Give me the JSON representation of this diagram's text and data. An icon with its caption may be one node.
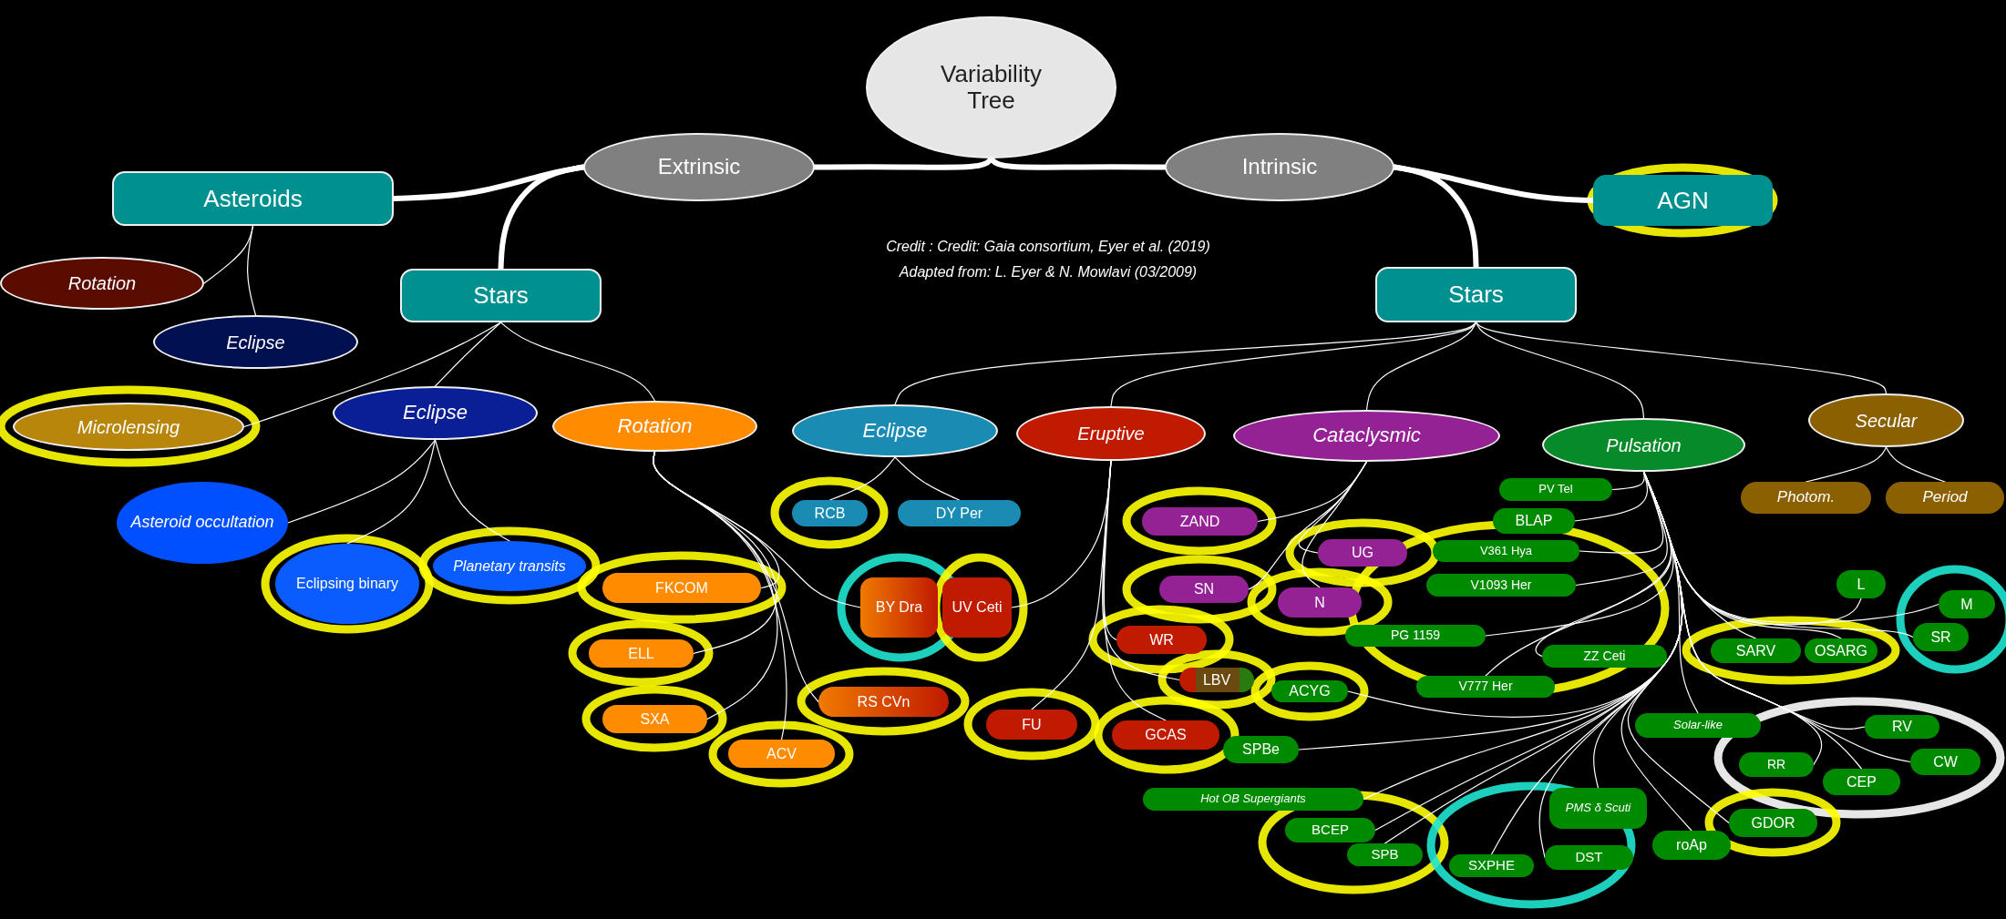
{
  "diagram": {
    "nodes": [
      {
        "text": [
          "Variability Tree"
        ]
      },
      {
        "text": [
          "Extrinsic"
        ]
      },
      {
        "text": [
          "Intrinsic"
        ]
      },
      {
        "text": [
          "Asteroids"
        ]
      },
      {
        "text": [
          "AGN"
        ]
      },
      {
        "text": [
          "Stars"
        ]
      },
      {
        "text": [
          "Stars"
        ]
      },
      {
        "text": [
          "Rotation"
        ]
      },
      {
        "text": [
          "Eclipse"
        ]
      },
      {
        "text": [
          "Microlensing"
        ]
      },
      {
        "text": [
          "Eclipse"
        ]
      },
      {
        "text": [
          "Rotation"
        ]
      },
      {
        "text": [
          "Eclipse"
        ]
      },
      {
        "text": [
          "Eruptive"
        ]
      },
      {
        "text": [
          "Cataclysmic"
        ]
      },
      {
        "text": [
          "Pulsation"
        ]
      },
      {
        "text": [
          "Secular"
        ]
      },
      {
        "text": [
          "Asteroid occultation"
        ]
      },
      {
        "text": [
          "Eclipsing binary"
        ]
      },
      {
        "text": [
          "Planetary transits"
        ]
      },
      {
        "text": [
          "RCB"
        ]
      },
      {
        "text": [
          "DY Per"
        ]
      },
      {
        "text": [
          "PV Tel"
        ]
      },
      {
        "text": [
          "BLAP"
        ]
      },
      {
        "text": [
          "Photom."
        ]
      },
      {
        "text": [
          "Period"
        ]
      },
      {
        "text": [
          "ZAND"
        ]
      },
      {
        "text": [
          "UG"
        ]
      },
      {
        "text": [
          "V361 Hya"
        ]
      },
      {
        "text": [
          "V1093 Her"
        ]
      },
      {
        "text": [
          "FKCOM"
        ]
      },
      {
        "text": [
          "BY Dra"
        ]
      },
      {
        "text": [
          "UV Ceti"
        ]
      },
      {
        "text": [
          "SN"
        ]
      },
      {
        "text": [
          "N"
        ]
      },
      {
        "text": [
          "L"
        ]
      },
      {
        "text": [
          "M"
        ]
      },
      {
        "text": [
          "WR"
        ]
      },
      {
        "text": [
          "PG 1159"
        ]
      },
      {
        "text": [
          "SR"
        ]
      },
      {
        "text": [
          "SARV"
        ]
      },
      {
        "text": [
          "OSARG"
        ]
      },
      {
        "text": [
          "ZZ Ceti"
        ]
      },
      {
        "text": [
          "ELL"
        ]
      },
      {
        "text": [
          "LBV"
        ]
      },
      {
        "text": [
          "ACYG"
        ]
      },
      {
        "text": [
          "V777 Her"
        ]
      },
      {
        "text": [
          "RS CVn"
        ]
      },
      {
        "text": [
          "SXA"
        ]
      },
      {
        "text": [
          "FU"
        ]
      },
      {
        "text": [
          "Solar-like"
        ]
      },
      {
        "text": [
          "RV"
        ]
      },
      {
        "text": [
          "GCAS"
        ]
      },
      {
        "text": [
          "SPBe"
        ]
      },
      {
        "text": [
          "ACV"
        ]
      },
      {
        "text": [
          "RR"
        ]
      },
      {
        "text": [
          "CW"
        ]
      },
      {
        "text": [
          "CEP"
        ]
      },
      {
        "text": [
          "Hot OB Supergiants"
        ]
      },
      {
        "text": [
          "PMS δ Scuti"
        ]
      },
      {
        "text": [
          "GDOR"
        ]
      },
      {
        "text": [
          "BCEP"
        ]
      },
      {
        "text": [
          "roAp"
        ]
      },
      {
        "text": [
          "SPB"
        ]
      },
      {
        "text": [
          "DST"
        ]
      },
      {
        "text": [
          "SXPHE"
        ]
      }
    ],
    "edges": [
      {
        "from": 0,
        "to": 1,
        "arrow": "none",
        "style": "thick"
      },
      {
        "from": 0,
        "to": 2,
        "arrow": "none",
        "style": "thick"
      },
      {
        "from": 1,
        "to": 3,
        "arrow": "none",
        "style": "thick"
      },
      {
        "from": 1,
        "to": 5,
        "arrow": "none",
        "style": "thick"
      },
      {
        "from": 2,
        "to": 4,
        "arrow": "none",
        "style": "thick"
      },
      {
        "from": 2,
        "to": 6,
        "arrow": "none",
        "style": "thick"
      },
      {
        "from": 3,
        "to": 7,
        "arrow": "none"
      },
      {
        "from": 3,
        "to": 8,
        "arrow": "none"
      },
      {
        "from": 5,
        "to": 9,
        "arrow": "none"
      },
      {
        "from": 5,
        "to": 10,
        "arrow": "none"
      },
      {
        "from": 5,
        "to": 11,
        "arrow": "none"
      },
      {
        "from": 6,
        "to": 12,
        "arrow": "none"
      },
      {
        "from": 6,
        "to": 13,
        "arrow": "none"
      },
      {
        "from": 6,
        "to": 14,
        "arrow": "none"
      },
      {
        "from": 6,
        "to": 15,
        "arrow": "none"
      },
      {
        "from": 6,
        "to": 16,
        "arrow": "none"
      },
      {
        "from": 10,
        "to": 17,
        "arrow": "none"
      },
      {
        "from": 10,
        "to": 18,
        "arrow": "none"
      },
      {
        "from": 10,
        "to": 19,
        "arrow": "none"
      },
      {
        "from": 11,
        "to": 30,
        "arrow": "none"
      },
      {
        "from": 11,
        "to": 43,
        "arrow": "none"
      },
      {
        "from": 11,
        "to": 48,
        "arrow": "none"
      },
      {
        "from": 11,
        "to": 54,
        "arrow": "none"
      },
      {
        "from": 11,
        "to": 47,
        "arrow": "none"
      },
      {
        "from": 11,
        "to": 31,
        "arrow": "none"
      },
      {
        "from": 12,
        "to": 20,
        "arrow": "none"
      },
      {
        "from": 12,
        "to": 21,
        "arrow": "none"
      },
      {
        "from": 13,
        "to": 32,
        "arrow": "none"
      },
      {
        "from": 13,
        "to": 37,
        "arrow": "none"
      },
      {
        "from": 13,
        "to": 44,
        "arrow": "none"
      },
      {
        "from": 13,
        "to": 49,
        "arrow": "none"
      },
      {
        "from": 13,
        "to": 52,
        "arrow": "none"
      },
      {
        "from": 14,
        "to": 26,
        "arrow": "none"
      },
      {
        "from": 14,
        "to": 33,
        "arrow": "none"
      },
      {
        "from": 14,
        "to": 27,
        "arrow": "none"
      },
      {
        "from": 14,
        "to": 34,
        "arrow": "none"
      },
      {
        "from": 15,
        "to": 22,
        "arrow": "none"
      },
      {
        "from": 15,
        "to": 23,
        "arrow": "none"
      },
      {
        "from": 15,
        "to": 28,
        "arrow": "none"
      },
      {
        "from": 15,
        "to": 29,
        "arrow": "none"
      },
      {
        "from": 15,
        "to": 38,
        "arrow": "none"
      },
      {
        "from": 15,
        "to": 42,
        "arrow": "none"
      },
      {
        "from": 15,
        "to": 46,
        "arrow": "none"
      },
      {
        "from": 15,
        "to": 45,
        "arrow": "none"
      },
      {
        "from": 15,
        "to": 53,
        "arrow": "none"
      },
      {
        "from": 15,
        "to": 58,
        "arrow": "none"
      },
      {
        "from": 15,
        "to": 61,
        "arrow": "none"
      },
      {
        "from": 15,
        "to": 63,
        "arrow": "none"
      },
      {
        "from": 15,
        "to": 65,
        "arrow": "none"
      },
      {
        "from": 15,
        "to": 59,
        "arrow": "none"
      },
      {
        "from": 15,
        "to": 64,
        "arrow": "none"
      },
      {
        "from": 15,
        "to": 62,
        "arrow": "none"
      },
      {
        "from": 15,
        "to": 60,
        "arrow": "none"
      },
      {
        "from": 15,
        "to": 50,
        "arrow": "none"
      },
      {
        "from": 15,
        "to": 35,
        "arrow": "none"
      },
      {
        "from": 15,
        "to": 36,
        "arrow": "none"
      },
      {
        "from": 15,
        "to": 39,
        "arrow": "none"
      },
      {
        "from": 15,
        "to": 40,
        "arrow": "none"
      },
      {
        "from": 15,
        "to": 41,
        "arrow": "none"
      },
      {
        "from": 15,
        "to": 55,
        "arrow": "none"
      },
      {
        "from": 15,
        "to": 51,
        "arrow": "none"
      },
      {
        "from": 15,
        "to": 56,
        "arrow": "none"
      },
      {
        "from": 15,
        "to": 57,
        "arrow": "none"
      },
      {
        "from": 16,
        "to": 24,
        "arrow": "none"
      },
      {
        "from": 16,
        "to": 25,
        "arrow": "none"
      }
    ],
    "labels": [
      "Credit :  Credit:  Gaia consortium, Eyer et al. (2019)",
      "Adapted from: L. Eyer & N. Mowlavi (03/2009)"
    ]
  }
}
